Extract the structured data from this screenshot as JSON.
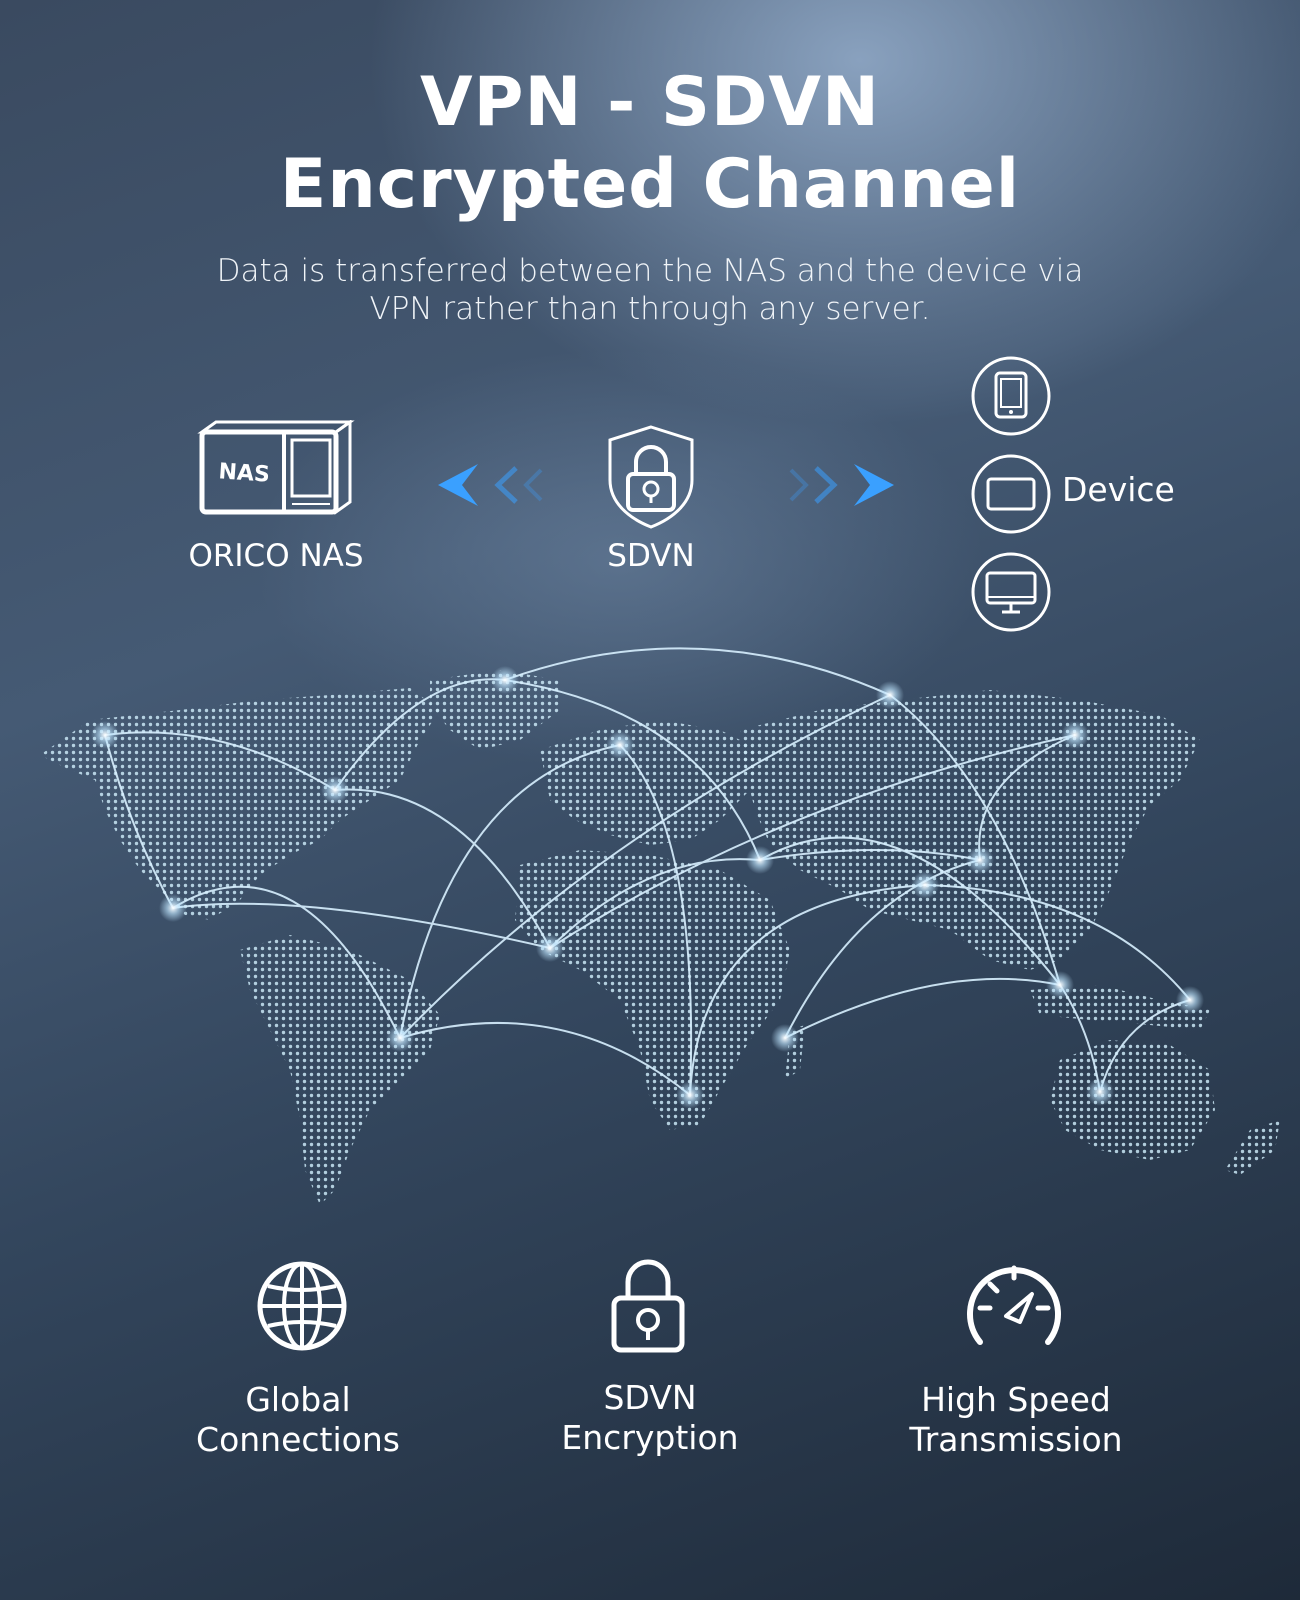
{
  "title": {
    "line1": "VPN - SDVN",
    "line2": "Encrypted Channel"
  },
  "subtitle": {
    "line1": "Data is transferred between the NAS and the device via",
    "line2": "VPN rather than through any server."
  },
  "diagram": {
    "nas_badge": "NAS",
    "nas_label": "ORICO NAS",
    "center_label": "SDVN",
    "device_label": "Device",
    "icons": [
      "nas-box-icon",
      "left-arrows-icon",
      "shield-lock-icon",
      "right-arrows-icon",
      "tablet-icon",
      "laptop-icon",
      "monitor-icon"
    ]
  },
  "map": {
    "icon": "world-map-network"
  },
  "features": [
    {
      "line1": "Global",
      "line2": "Connections",
      "icon": "globe-icon"
    },
    {
      "line1": "SDVN",
      "line2": "Encryption",
      "icon": "padlock-icon"
    },
    {
      "line1": "High Speed",
      "line2": "Transmission",
      "icon": "speedometer-icon"
    }
  ],
  "colors": {
    "accent": "#3aa0ff",
    "glow": "#bfe6ff",
    "text": "#ffffff"
  }
}
